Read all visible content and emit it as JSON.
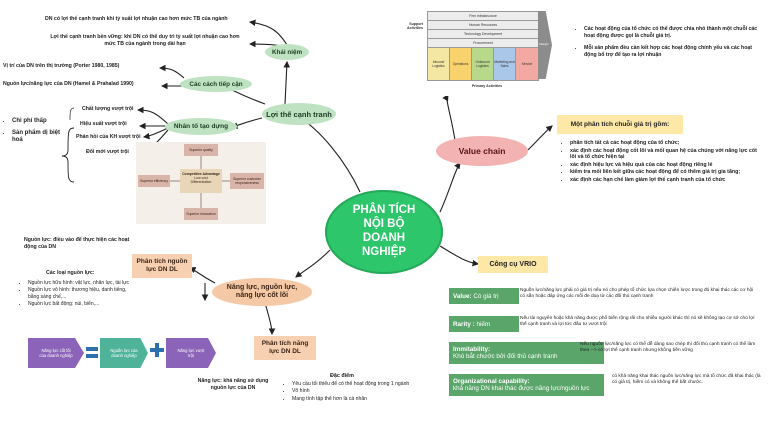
{
  "center": {
    "title": "PHÂN TÍCH NỘI BỘ DOANH NGHIỆP"
  },
  "loi_the": {
    "title": "Lợi thế cạnh tranh",
    "khai_niem": {
      "title": "Khái niệm",
      "line1": "DN có lợi thế cạnh tranh khi tỷ suất lợi nhuận cao hơn mức TB của ngành",
      "line2": "Lợi thế cạnh tranh bền vững: khi DN có thể duy trì tỷ suất lợi nhuận cao hơn mức TB của ngành trong dài hạn"
    },
    "cach_tiep_can": {
      "title": "Các cách tiếp cận",
      "item1": "Vị trí của DN trên thị trường (Porter 1980, 1985)",
      "item2": "Nguồn lực/năng lực của DN (Hamel & Prahalad 1990)"
    },
    "nhan_to": {
      "title": "Nhân tố tạo dựng",
      "items": [
        "Chất lượng vượt trội",
        "Hiệu suất vượt trội",
        "Phản hồi của KH vượt trội",
        "Đổi mới vượt trội"
      ],
      "results": [
        "Chi phí thấp",
        "Sản phẩm dị biệt hoá"
      ]
    },
    "diagram": {
      "top": "Superior quality",
      "left": "Superior efficiency",
      "center_title": "Competitive Advantage",
      "center_items": [
        "Low cost",
        "Differentiation"
      ],
      "right": "Superior customer responsiveness",
      "bottom": "Superior innovation"
    }
  },
  "value_chain": {
    "title": "Value chain",
    "figure": {
      "support_label": "Support Activities",
      "primary_label": "Primary Activities",
      "margin_label": "Margin",
      "support_rows": [
        "Firm Infrastructure",
        "Human Resources",
        "Technology Development",
        "Procurement"
      ],
      "primary_cols": [
        "Inbound Logistics",
        "Operations",
        "Outbound Logistics",
        "Marketing and Sales",
        "Service"
      ]
    },
    "notes": [
      "Các hoạt động của tổ chức có thể được chia nhỏ thành một chuỗi các hoạt động được gọi là chuỗi giá trị.",
      "Mỗi sản phẩm đều cần kết hợp các hoạt động chính yếu và các hoạt động bổ trợ để tạo ra lợi nhuận"
    ],
    "analysis": {
      "title": "Một phân tích chuỗi giá trị gồm:",
      "items": [
        "phân tích tất cả các hoạt động của tổ chức;",
        "xác định các hoạt động cốt lõi và mối quan hệ của chúng với năng lực cốt lõi và tổ chức hiện tại",
        "xác định hiệu lực và hiệu quả của các hoạt động riêng lẻ",
        "kiểm tra mối liên kết giữa các hoạt động để có thêm giá trị gia tăng;",
        "xác định các hạn chế làm giảm lợi thế cạnh tranh của tổ chức"
      ]
    }
  },
  "vrio": {
    "title": "Công cụ VRIO",
    "rows": [
      {
        "key": "Value:",
        "label": "Có giá trị",
        "desc": "Nguồn lực/năng lực phải có giá trị nếu nó cho phép tổ chức lựa chọn chiến lược trong đó khai thác các cơ hội có sẵn hoặc đáp ứng các mối đe doạ từ các đối thủ cạnh tranh"
      },
      {
        "key": "Rarity :",
        "label": "hiếm",
        "desc": "Nếu tài nguyên hoặc khả năng được phổ biến rộng rãi cho nhiều người khác thì nó sẽ không tạo cơ sở cho lợi thế cạnh tranh và lợi tức đầu tư vượt trội"
      },
      {
        "key": "Immitability:",
        "label": "Khó bắt chước bởi đối thủ cạnh tranh",
        "desc": "Nếu nguồn lực/năng lực có thể dễ dàng sao chép thì đối thủ cạnh tranh có thể làm theo --> có lợi thế cạnh tranh nhưng không bền vững"
      },
      {
        "key": "Organizational capability:",
        "label": "khả năng DN khai thác được năng lực/nguồn lực",
        "desc": "có khả năng khai thác nguồn lực/năng lực mà tổ chức đã khai thác (là có giá trị, hiếm có và không thể bắt chước."
      }
    ]
  },
  "nang_luc": {
    "title": "Năng lực, nguồn lực, năng lực cốt lõi",
    "nguon_luc": {
      "title": "Phân tích nguồn lực DN DL",
      "def": "Nguồn lực: điều vào để thực hiện các hoạt động của DN",
      "types_title": "Các loại nguồn lực:",
      "types": [
        "Nguồn lực hữu hình: vật lực, nhân lực, tài lực",
        "Nguồn lực vô hình: thương hiệu, danh tiếng, bằng sáng chế,...",
        "Nguồn lực bất động: núi, biển,..."
      ]
    },
    "nang_luc_dl": {
      "title": "Phân tích năng lực DN DL",
      "def": "Năng lực: khả năng sử dụng nguồn lực của DN",
      "features_title": "Đặc điểm",
      "features": [
        "Yêu cầu tối thiểu để có thể hoạt động trong 1 ngành",
        "Vô hình",
        "Mang tính tập thể hơn là cá nhân"
      ]
    },
    "equation": {
      "box1": "Năng lực cốt lõi của doanh nghiệp",
      "box2": "Nguồn lực của doanh nghiệp",
      "box3": "Năng lực vượt trội"
    }
  },
  "colors": {
    "center": "#2ec66b",
    "green_node": "#bfe3c2",
    "orange_node": "#f5c8a6",
    "value_chain": "#f4b3b3",
    "yellow": "#fde8a8",
    "vrio_green": "#5aa56a",
    "purple": "#8b63b8",
    "teal": "#4fb39a"
  }
}
